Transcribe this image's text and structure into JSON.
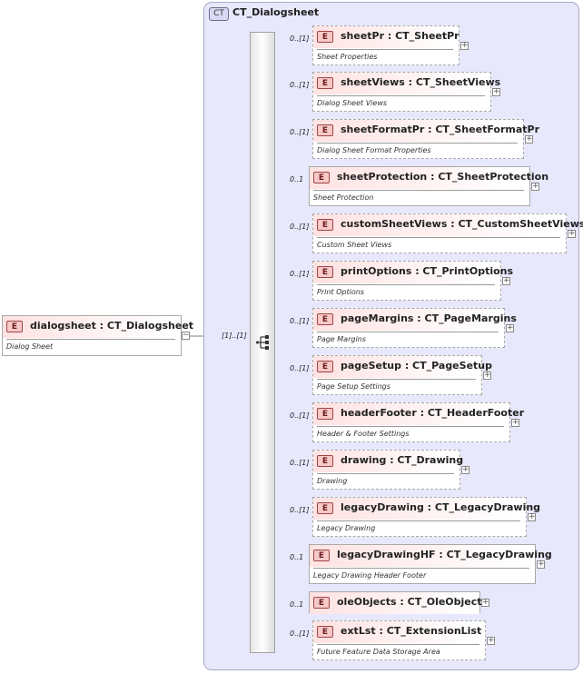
{
  "complex_type": {
    "badge": "CT",
    "name": "CT_Dialogsheet"
  },
  "root": {
    "badge": "E",
    "name": "dialogsheet",
    "type": "CT_Dialogsheet",
    "doc": "Dialog Sheet",
    "cardinality": "[1]..[1]",
    "toggle": "−"
  },
  "elements": [
    {
      "name": "sheetPr",
      "type": "CT_SheetPr",
      "doc": "Sheet Properties",
      "card": "0..[1]",
      "optional": true
    },
    {
      "name": "sheetViews",
      "type": "CT_SheetViews",
      "doc": "Dialog Sheet Views",
      "card": "0..[1]",
      "optional": true
    },
    {
      "name": "sheetFormatPr",
      "type": "CT_SheetFormatPr",
      "doc": "Dialog Sheet Format Properties",
      "card": "0..[1]",
      "optional": true
    },
    {
      "name": "sheetProtection",
      "type": "CT_SheetProtection",
      "doc": "Sheet Protection",
      "card": "0..1",
      "optional": false
    },
    {
      "name": "customSheetViews",
      "type": "CT_CustomSheetViews",
      "doc": "Custom Sheet Views",
      "card": "0..[1]",
      "optional": true
    },
    {
      "name": "printOptions",
      "type": "CT_PrintOptions",
      "doc": "Print Options",
      "card": "0..[1]",
      "optional": true
    },
    {
      "name": "pageMargins",
      "type": "CT_PageMargins",
      "doc": "Page Margins",
      "card": "0..[1]",
      "optional": true
    },
    {
      "name": "pageSetup",
      "type": "CT_PageSetup",
      "doc": "Page Setup Settings",
      "card": "0..[1]",
      "optional": true
    },
    {
      "name": "headerFooter",
      "type": "CT_HeaderFooter",
      "doc": "Header & Footer Settings",
      "card": "0..[1]",
      "optional": true
    },
    {
      "name": "drawing",
      "type": "CT_Drawing",
      "doc": "Drawing",
      "card": "0..[1]",
      "optional": true
    },
    {
      "name": "legacyDrawing",
      "type": "CT_LegacyDrawing",
      "doc": "Legacy Drawing",
      "card": "0..[1]",
      "optional": true
    },
    {
      "name": "legacyDrawingHF",
      "type": "CT_LegacyDrawing",
      "doc": "Legacy Drawing Header Footer",
      "card": "0..1",
      "optional": false
    },
    {
      "name": "oleObjects",
      "type": "CT_OleObjects",
      "doc": "",
      "card": "0..1",
      "optional": false
    },
    {
      "name": "extLst",
      "type": "CT_ExtensionList",
      "doc": "Future Feature Data Storage Area",
      "card": "0..[1]",
      "optional": true
    }
  ],
  "expand_symbol": "+",
  "element_badge": "E",
  "type_separator": " : "
}
